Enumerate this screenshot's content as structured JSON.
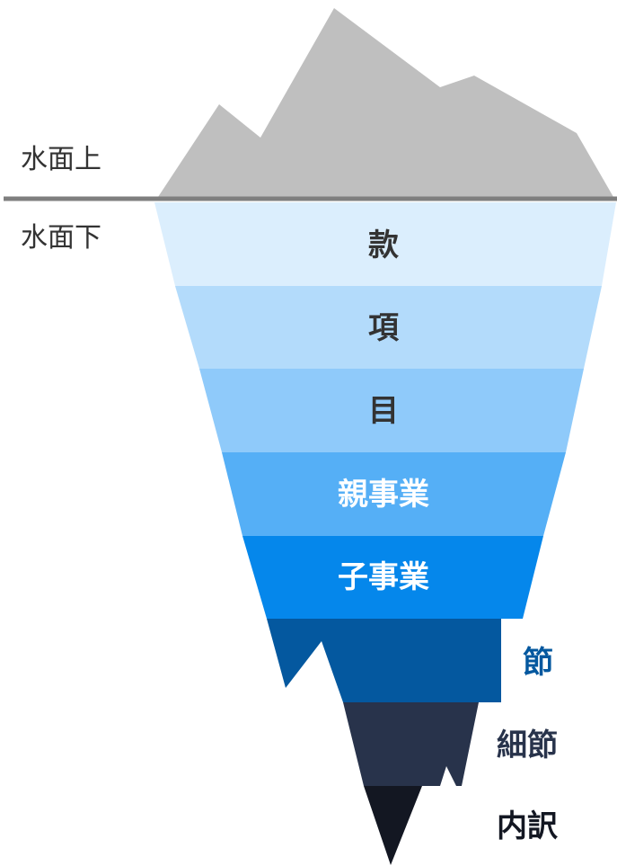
{
  "waterline": {
    "above_label": "水面上",
    "below_label": "水面下",
    "line_color": "#7f7f7f"
  },
  "above_water": {
    "color": "#bfbfbf"
  },
  "layers": [
    {
      "label": "款",
      "fill": "#dbeefd",
      "text_color": "#333333"
    },
    {
      "label": "項",
      "fill": "#b3dbfb",
      "text_color": "#333333"
    },
    {
      "label": "目",
      "fill": "#8fcafa",
      "text_color": "#333333"
    },
    {
      "label": "親事業",
      "fill": "#55aff6",
      "text_color": "#ffffff"
    },
    {
      "label": "子事業",
      "fill": "#0587eb",
      "text_color": "#ffffff"
    },
    {
      "label": "節",
      "fill": "#04589f",
      "text_color": "#04589f"
    },
    {
      "label": "細節",
      "fill": "#28334b",
      "text_color": "#28334b"
    },
    {
      "label": "内訳",
      "fill": "#131722",
      "text_color": "#131722"
    }
  ]
}
